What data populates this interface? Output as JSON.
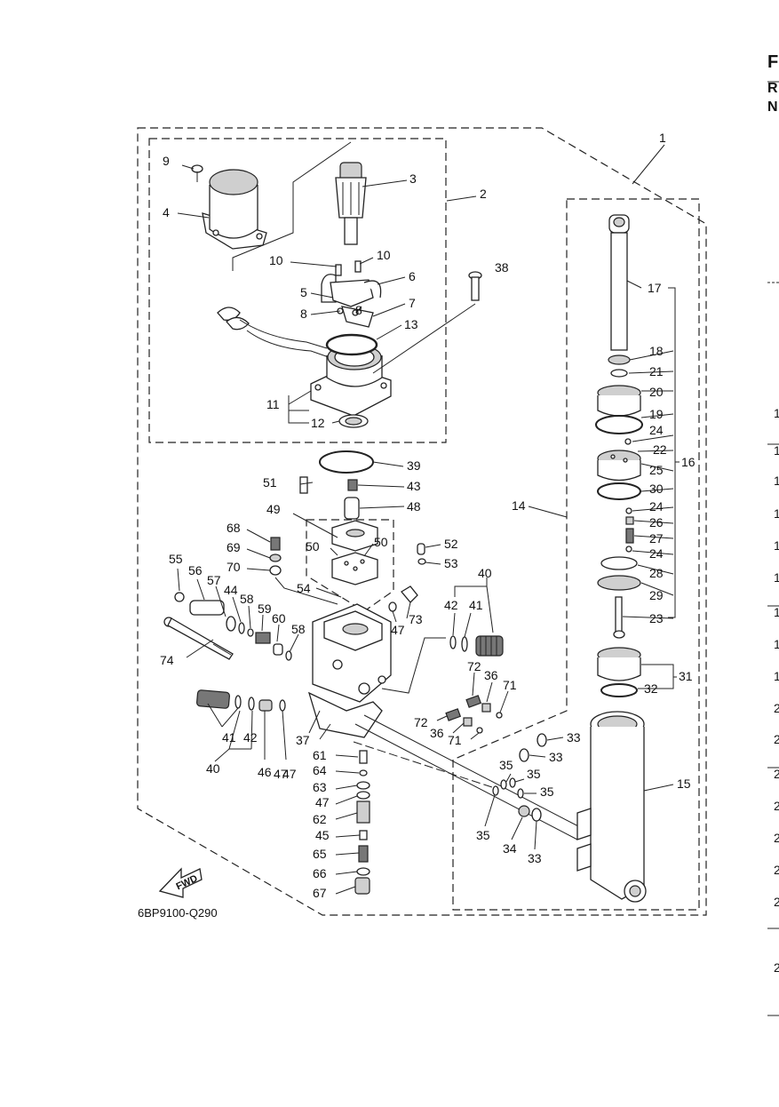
{
  "diagram": {
    "drawing_code": "6BP9100-Q290",
    "fwd_label": "FWD",
    "page_edge_letters": [
      "F",
      "R",
      "N"
    ],
    "row_index_digits": [
      "1",
      "1",
      "1",
      "1",
      "1",
      "1",
      "1",
      "1",
      "1",
      "2",
      "2",
      "2",
      "2",
      "2",
      "2",
      "2",
      "2"
    ],
    "callouts": [
      "1",
      "2",
      "3",
      "4",
      "5",
      "6",
      "7",
      "8",
      "8",
      "9",
      "10",
      "10",
      "11",
      "12",
      "13",
      "14",
      "15",
      "16",
      "17",
      "18",
      "19",
      "20",
      "21",
      "22",
      "23",
      "24",
      "24",
      "24",
      "25",
      "26",
      "27",
      "28",
      "29",
      "30",
      "31",
      "32",
      "33",
      "33",
      "33",
      "34",
      "35",
      "35",
      "35",
      "35",
      "36",
      "36",
      "37",
      "38",
      "39",
      "40",
      "40",
      "41",
      "41",
      "42",
      "42",
      "43",
      "44",
      "45",
      "46",
      "47",
      "47",
      "47",
      "47",
      "48",
      "49",
      "50",
      "50",
      "51",
      "52",
      "53",
      "54",
      "55",
      "56",
      "57",
      "58",
      "58",
      "59",
      "60",
      "61",
      "62",
      "63",
      "64",
      "65",
      "66",
      "67",
      "68",
      "69",
      "70",
      "71",
      "71",
      "72",
      "72",
      "73",
      "74"
    ]
  }
}
